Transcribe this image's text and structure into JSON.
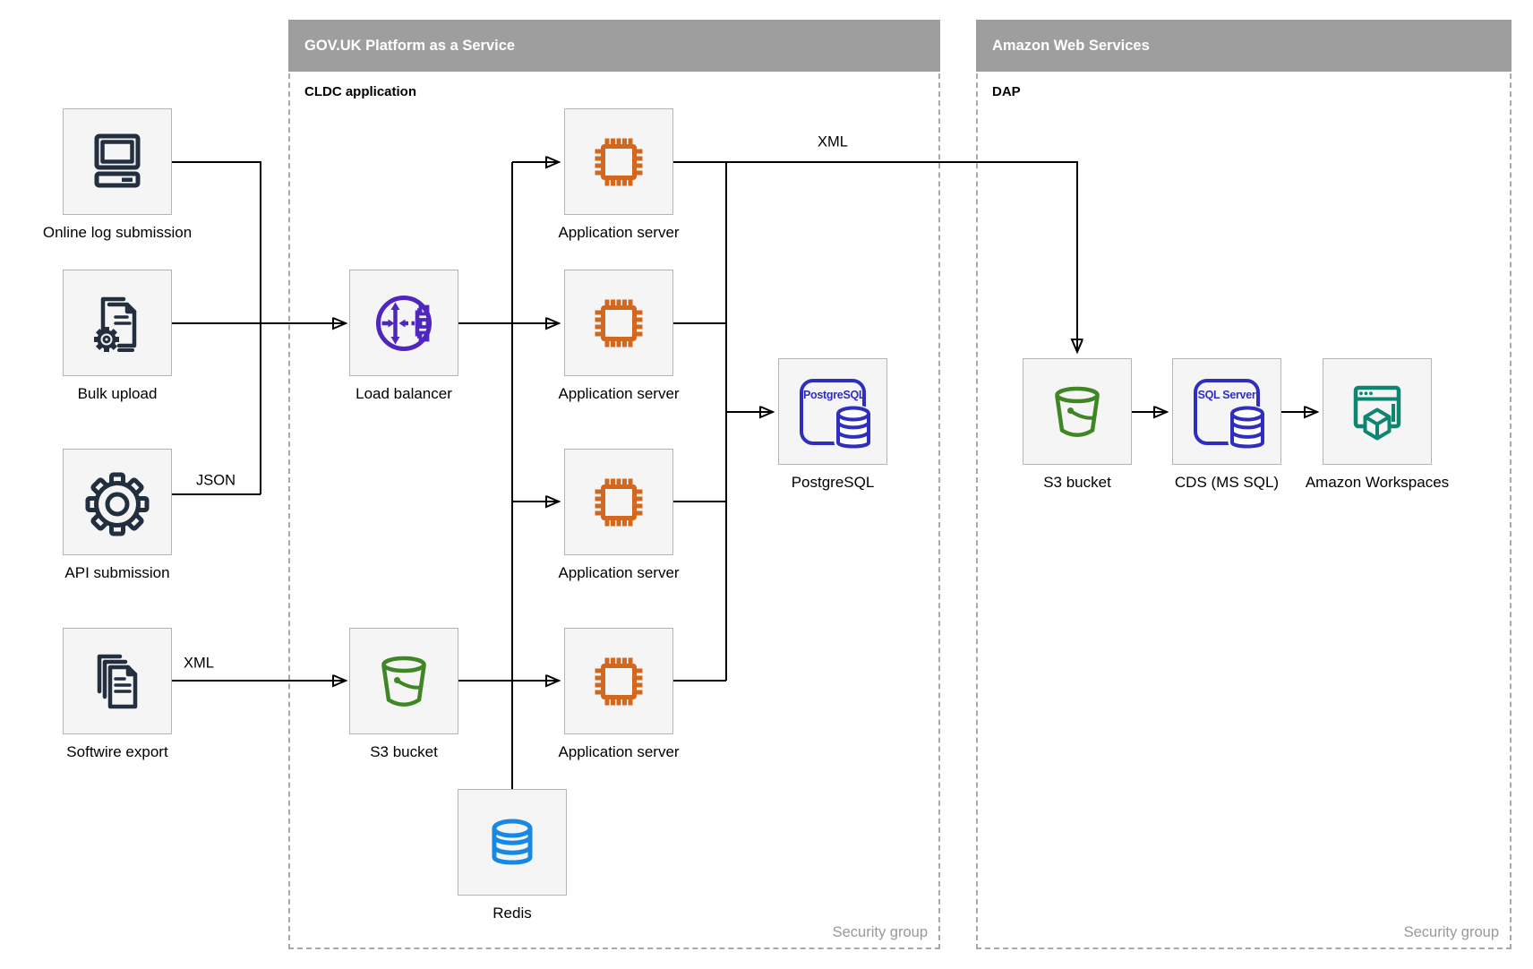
{
  "containers": {
    "paas": {
      "title": "GOV.UK Platform as a Service",
      "subtitle": "CLDC application",
      "footer": "Security group"
    },
    "aws": {
      "title": "Amazon Web Services",
      "subtitle": "DAP",
      "footer": "Security group"
    }
  },
  "nodes": {
    "online_log": {
      "label": "Online log submission",
      "icon": "desktop-computer"
    },
    "bulk_upload": {
      "label": "Bulk upload",
      "icon": "documents-gear"
    },
    "api_submission": {
      "label": "API submission",
      "icon": "gear"
    },
    "softwire_export": {
      "label": "Softwire export",
      "icon": "document-stack"
    },
    "load_balancer": {
      "label": "Load balancer",
      "icon": "load-balancer"
    },
    "app_server_1": {
      "label": "Application server",
      "icon": "chip"
    },
    "app_server_2": {
      "label": "Application server",
      "icon": "chip"
    },
    "app_server_3": {
      "label": "Application server",
      "icon": "chip"
    },
    "app_server_4": {
      "label": "Application server",
      "icon": "chip"
    },
    "s3_paas": {
      "label": "S3 bucket",
      "icon": "bucket"
    },
    "redis": {
      "label": "Redis",
      "icon": "database-cylinder"
    },
    "postgresql": {
      "label": "PostgreSQL",
      "icon_text": "PostgreSQL",
      "icon": "database-card"
    },
    "s3_aws": {
      "label": "S3 bucket",
      "icon": "bucket"
    },
    "cds": {
      "label": "CDS (MS SQL)",
      "icon_text": "SQL Server",
      "icon": "database-card"
    },
    "workspaces": {
      "label": "Amazon Workspaces",
      "icon": "workspaces-window"
    }
  },
  "edge_labels": {
    "api_json": "JSON",
    "softwire_xml": "XML",
    "app_xml": "XML"
  },
  "colors": {
    "source_icon": "#232f3e",
    "app_server": "#d2671d",
    "load_balancer": "#4f27be",
    "bucket": "#3f8624",
    "database_card": "#2f2fbe",
    "redis": "#1788e4",
    "workspaces": "#0d8570",
    "container_header": "#9e9e9e",
    "node_fill": "#f5f5f5",
    "node_border": "#b5b5b5",
    "connector": "#000000",
    "security_group_text": "#999999"
  }
}
